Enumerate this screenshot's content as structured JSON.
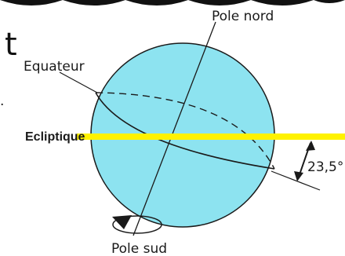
{
  "diagram": {
    "labels": {
      "north_pole": "Pole nord",
      "south_pole": "Pole sud",
      "equator": "Equateur",
      "ecliptic": "Ecliptique",
      "tilt_angle": "23,5°"
    },
    "fragments": {
      "top_left_letter": "t",
      "left_edge_mark": "."
    },
    "colors": {
      "globe_fill": "#8DE3F0",
      "globe_stroke": "#1a1a1a",
      "ecliptic": "#FFF200",
      "lines": "#1a1a1a"
    }
  }
}
